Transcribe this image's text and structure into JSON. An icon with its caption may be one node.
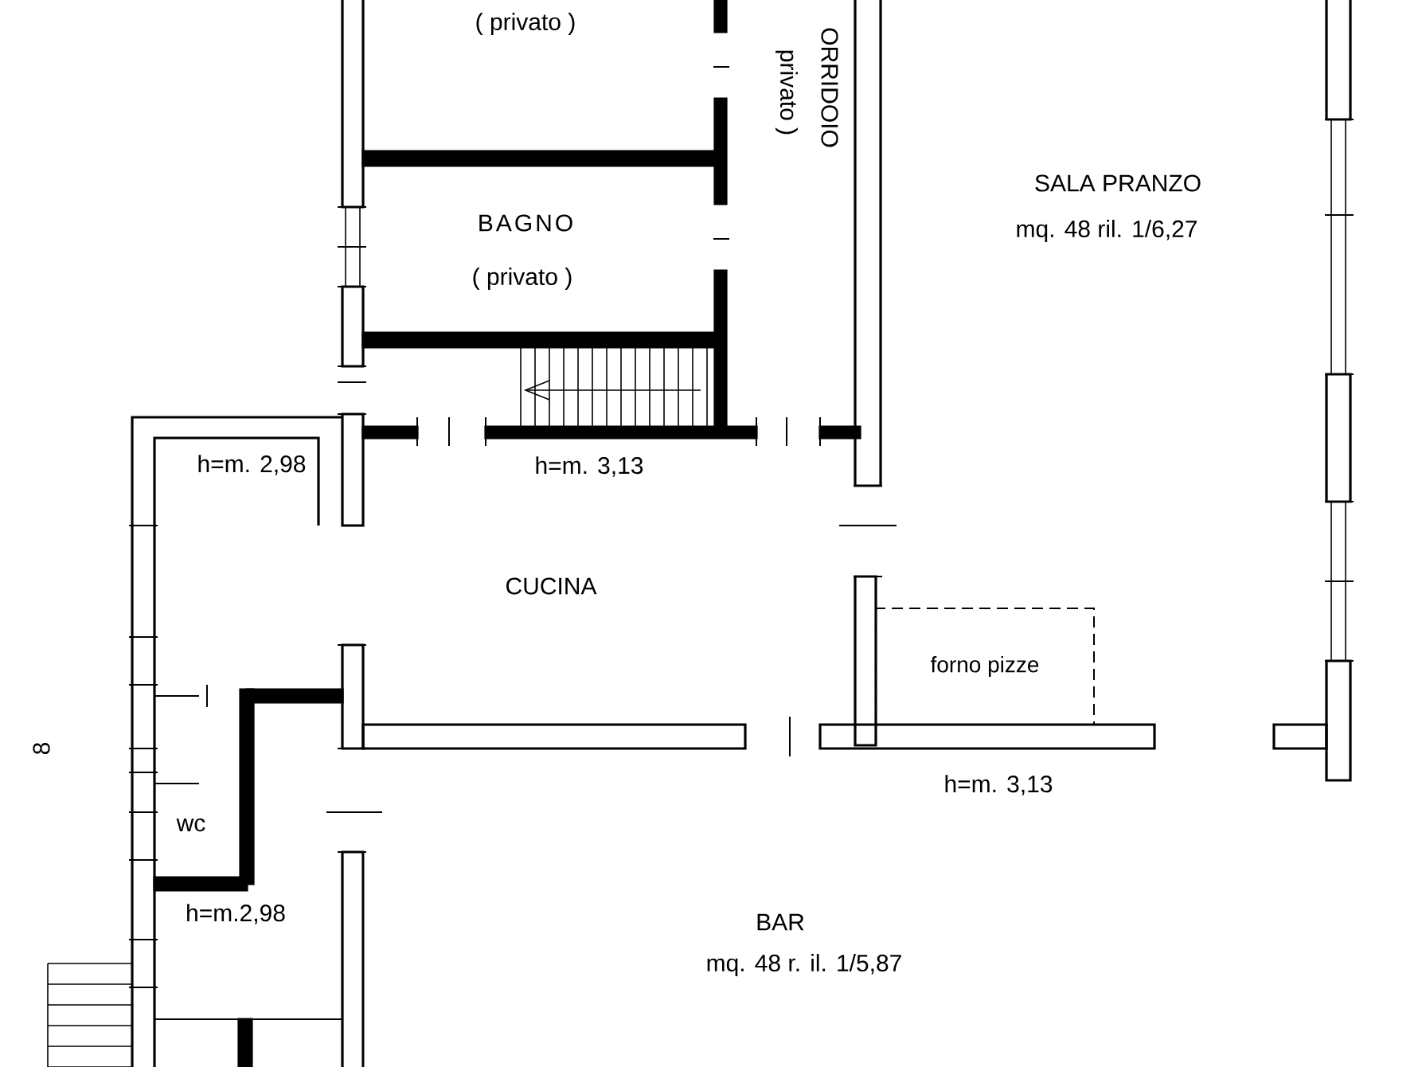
{
  "diagram": {
    "nodes": [
      {
        "text": [
          "forno pizze"
        ]
      }
    ],
    "labels": [
      "( privato )",
      "ORRIDOIO",
      "privato )",
      "BAGNO",
      "( privato )",
      "SALA PRANZO",
      "mq. 48 ril. 1/6,27",
      "h=m. 2,98",
      "h=m. 3,13",
      "CUCINA",
      "8",
      "h=m. 3,13",
      "wc",
      "h=m.2,98",
      "BAR",
      "mq. 48 r. il. 1/5,87"
    ]
  }
}
